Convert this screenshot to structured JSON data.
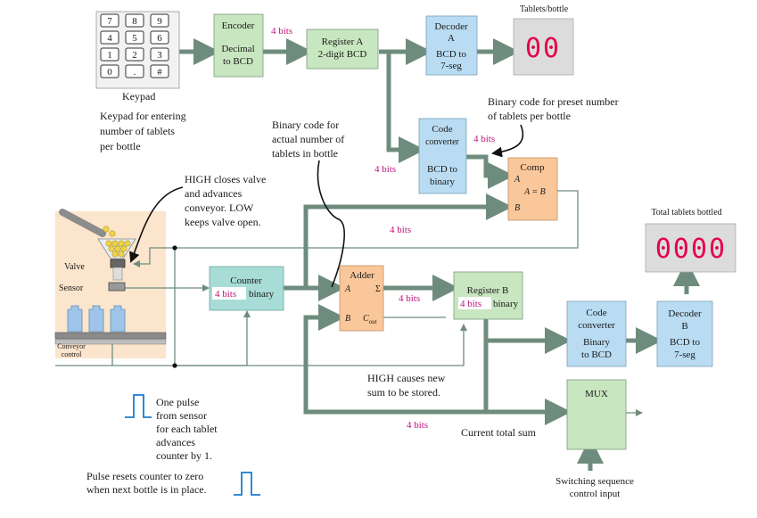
{
  "keypad": {
    "keys": [
      "7",
      "8",
      "9",
      "4",
      "5",
      "6",
      "1",
      "2",
      "3",
      "0",
      ".",
      "#"
    ],
    "label": "Keypad",
    "caption": [
      "Keypad for entering",
      "number of tablets",
      "per bottle"
    ]
  },
  "encoder": {
    "title": "Encoder",
    "sub1": "Decimal",
    "sub2": "to BCD"
  },
  "register_a": {
    "title": "Register A",
    "sub": "2-digit BCD"
  },
  "decoder_a": {
    "l1": "Decoder",
    "l2": "A",
    "l3": "BCD to",
    "l4": "7-seg"
  },
  "display_tablets": {
    "title": "Tablets/bottle",
    "value": "00"
  },
  "code_converter_1": {
    "l1": "Code",
    "l2": "converter",
    "l3": "BCD to",
    "l4": "binary"
  },
  "comparator": {
    "title": "Comp",
    "a": "A",
    "eq": "A = B",
    "b": "B"
  },
  "annotations": {
    "preset": [
      "Binary code for preset number",
      "of tablets per bottle"
    ],
    "actual": [
      "Binary code for",
      "actual number of",
      "tablets in bottle"
    ],
    "high_closes": [
      "HIGH closes valve",
      "and advances",
      "conveyor. LOW",
      "keeps valve open."
    ],
    "high_causes": [
      "HIGH causes new",
      "sum to be stored."
    ],
    "one_pulse": [
      "One pulse",
      "from sensor",
      "for each tablet",
      "advances",
      "counter by 1."
    ],
    "pulse_resets": [
      "Pulse resets counter to zero",
      "when next bottle is in place."
    ],
    "current_total": "Current total sum",
    "switching": [
      "Switching sequence",
      "control input"
    ]
  },
  "bits_label": "4 bits",
  "machine": {
    "valve": "Valve",
    "sensor": "Sensor",
    "conveyor": [
      "Conveyor",
      "control"
    ]
  },
  "counter": {
    "title": "Counter",
    "sub": "binary"
  },
  "adder": {
    "title": "Adder",
    "a": "A",
    "sigma": "Σ",
    "b": "B",
    "cout": "C",
    "cout_sub": "out"
  },
  "register_b": {
    "title": "Register B",
    "sub": "binary"
  },
  "code_converter_2": {
    "l1": "Code",
    "l2": "converter",
    "l3": "Binary",
    "l4": "to BCD"
  },
  "decoder_b": {
    "l1": "Decoder",
    "l2": "B",
    "l3": "BCD to",
    "l4": "7-seg"
  },
  "display_total": {
    "title": "Total tablets bottled",
    "value": "0000"
  },
  "mux": {
    "title": "MUX"
  },
  "colors": {
    "block_green": "#c8e6c0",
    "block_blue": "#b9dcf2",
    "block_orange": "#f9c79a",
    "block_teal": "#a8dcd6",
    "bus_gray": "#6e8c7e",
    "display_bg": "#dcdcdc",
    "segment_red": "#e6004c",
    "bits_magenta": "#c2147a",
    "machine_bg": "#fbe5cc"
  }
}
